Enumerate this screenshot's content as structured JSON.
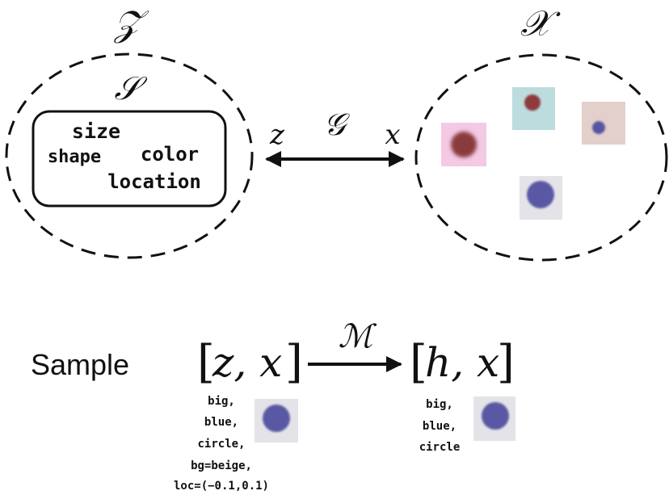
{
  "latent_space": {
    "label": "𝒵",
    "subset_label": "𝒮",
    "factors": {
      "size": "size",
      "shape": "shape",
      "color": "color",
      "location": "location"
    }
  },
  "image_space": {
    "label": "𝒳",
    "samples": [
      {
        "name": "pink-bg-red-ball",
        "bg": "#f3c9e3",
        "ball": "#8a3b3e"
      },
      {
        "name": "blue-bg-red-ball",
        "bg": "#bcdcde",
        "ball": "#8e3a3c"
      },
      {
        "name": "beige-bg-blue-ball",
        "bg": "#e3cfcb",
        "ball": "#5757a0"
      },
      {
        "name": "grey-bg-blue-ball",
        "bg": "#e4e4e8",
        "ball": "#5a59a4"
      }
    ]
  },
  "generator": {
    "left_var": "z",
    "symbol": "𝒢",
    "right_var": "x"
  },
  "sample_row": {
    "label": "Sample",
    "left_bracket": "[",
    "left_vars": "z, x",
    "right_bracket": "]",
    "model_symbol": "ℳ",
    "right_open": "[",
    "right_vars": "h, x",
    "right_close": "]",
    "z_attributes": [
      "big,",
      "blue,",
      "circle,",
      "bg=beige,",
      "loc=(−0.1,0.1)"
    ],
    "h_attributes": [
      "big,",
      "blue,",
      "circle"
    ],
    "thumb": {
      "bg": "#e4e4e8",
      "ball": "#5a59a4"
    }
  }
}
